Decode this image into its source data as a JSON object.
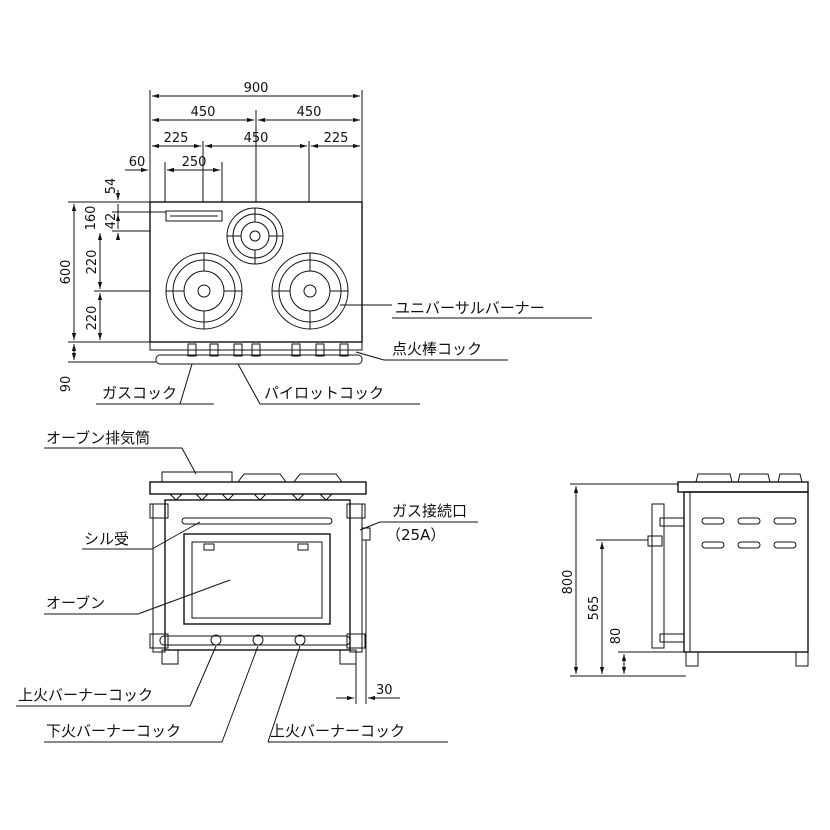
{
  "top_view": {
    "dims_horizontal": [
      "900",
      "450",
      "450",
      "225",
      "450",
      "225",
      "60",
      "250"
    ],
    "dims_vertical": [
      "54",
      "160",
      "42",
      "600",
      "220",
      "220",
      "90"
    ]
  },
  "labels": {
    "universal_burner": "ユニバーサルバーナー",
    "igniter_cock": "点火棒コック",
    "gas_cock": "ガスコック",
    "pilot_cock": "パイロットコック",
    "oven_vent": "オーブン排気筒",
    "drip_tray": "シル受",
    "gas_inlet": "ガス接続口",
    "gas_inlet_size": "（25A）",
    "oven": "オーブン",
    "upper_burner_cock_left": "上火バーナーコック",
    "lower_burner_cock": "下火バーナーコック",
    "upper_burner_cock_right": "上火バーナーコック"
  },
  "front_view": {
    "dim_30": "30"
  },
  "side_view": {
    "dims": [
      "800",
      "565",
      "80"
    ]
  }
}
